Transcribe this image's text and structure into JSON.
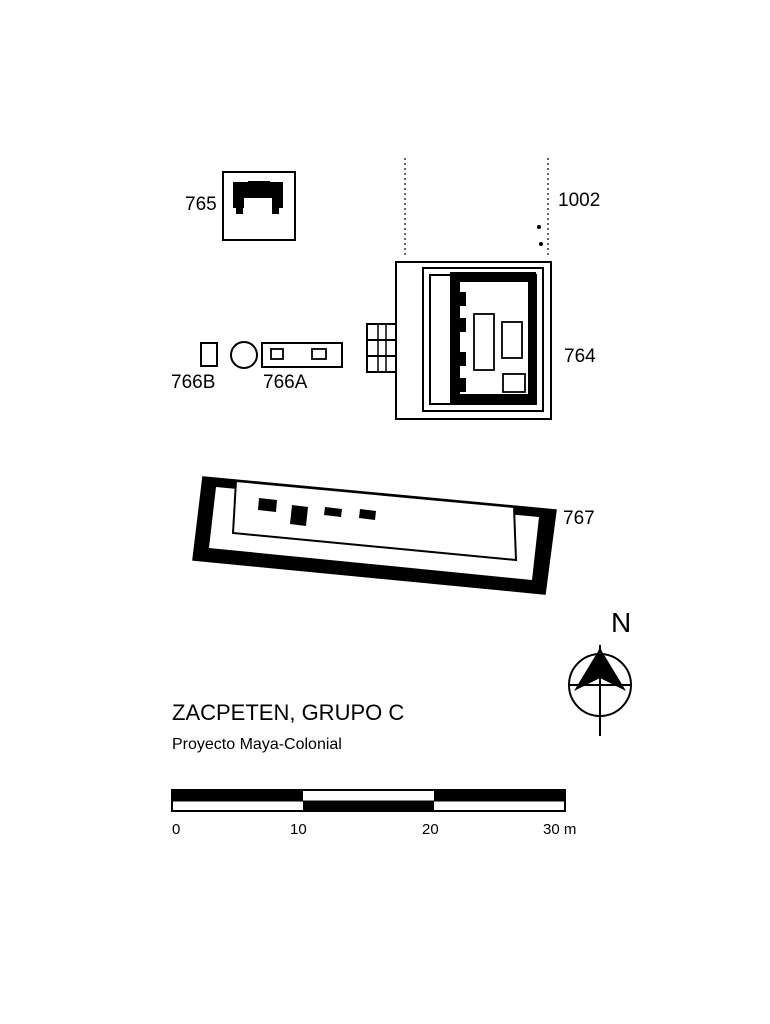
{
  "structures": {
    "s765": "765",
    "s1002": "1002",
    "s764": "764",
    "s766b": "766B",
    "s766a": "766A",
    "s767": "767"
  },
  "title": "ZACPETEN, GRUPO C",
  "subtitle": "Proyecto Maya-Colonial",
  "north_label": "N",
  "scale_bar": {
    "ticks": [
      "0",
      "10",
      "20",
      "30 m"
    ],
    "unit": "m",
    "segment_length_m": 10,
    "segments": 3
  },
  "colors": {
    "ink": "#000000",
    "paper": "#ffffff"
  }
}
